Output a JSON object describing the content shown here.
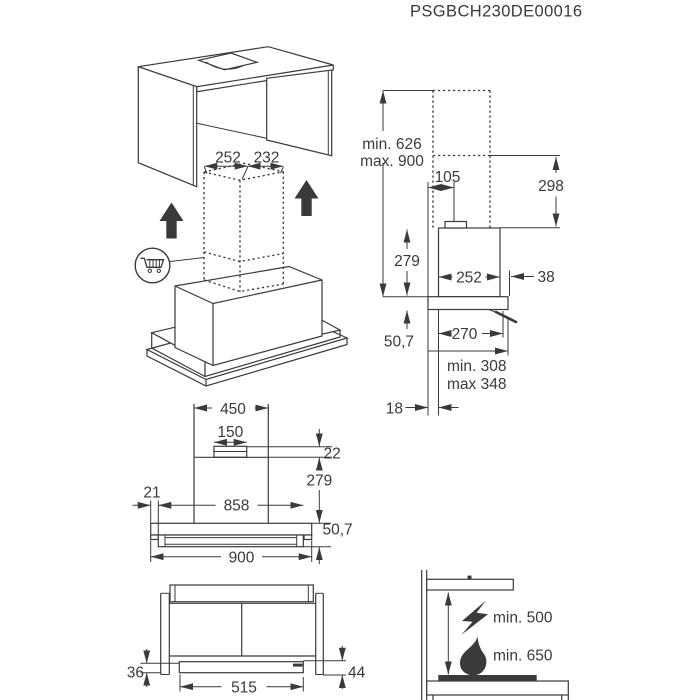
{
  "title": "PSGBCH230DE00016",
  "colors": {
    "line": "#3a3a3a",
    "background": "#ffffff"
  },
  "iso_view": {
    "dim_duct_front": "252",
    "dim_duct_side": "232",
    "cart_icon": "shopping-cart"
  },
  "side_view": {
    "height_min": "min. 626",
    "height_max": "max. 900",
    "dim_outlet_offset": "105",
    "dim_duct_height": "298",
    "dim_body_height": "279",
    "dim_body_depth": "252",
    "dim_back_gap": "38",
    "dim_base_height": "50,7",
    "dim_base_depth": "270",
    "depth_min": "min. 308",
    "depth_max": "max 348",
    "dim_wall_gap": "18"
  },
  "front_view": {
    "dim_top_width": "450",
    "dim_outlet_width": "150",
    "dim_collar_height": "22",
    "dim_body_height": "279",
    "dim_side_offset": "21",
    "dim_body_width": "858",
    "dim_base_height": "50,7",
    "dim_total_width": "900"
  },
  "bottom_view": {
    "dim_left_offset": "36",
    "dim_visor_width": "515",
    "dim_right_offset": "44"
  },
  "clearance_view": {
    "electric_label": "min. 500",
    "gas_label": "min. 650",
    "electric_icon": "lightning-bolt",
    "gas_icon": "flame"
  }
}
